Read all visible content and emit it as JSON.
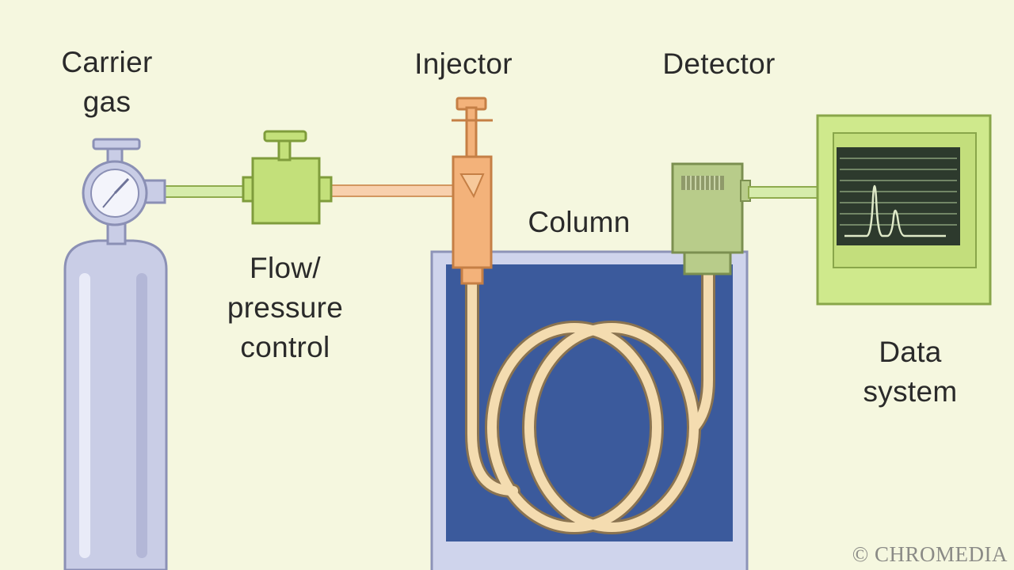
{
  "diagram": {
    "labels": {
      "carrier_gas": [
        "Carrier",
        "gas"
      ],
      "injector": "Injector",
      "detector": "Detector",
      "flow_pressure_control": [
        "Flow/",
        "pressure",
        "control"
      ],
      "column": "Column",
      "data_system": [
        "Data",
        "system"
      ]
    },
    "credit": "© CHROMEDIA",
    "colors": {
      "background": "#f5f7df",
      "cylinder": "#c9cde6",
      "regulator_valve": "#c3e07a",
      "injector": "#f3b27a",
      "oven_frame": "#cfd4ec",
      "oven_interior": "#3b5a9c",
      "column_tubing": "#f4dcb0",
      "detector": "#b8cc8a",
      "data_system": "#cfe98c",
      "screen": "#2d3a2d",
      "chromatogram": "#dfe9c8"
    },
    "icons": [
      "gas-cylinder-icon",
      "pressure-gauge-icon",
      "valve-icon",
      "syringe-icon",
      "coiled-column-icon",
      "detector-icon",
      "monitor-icon"
    ]
  }
}
